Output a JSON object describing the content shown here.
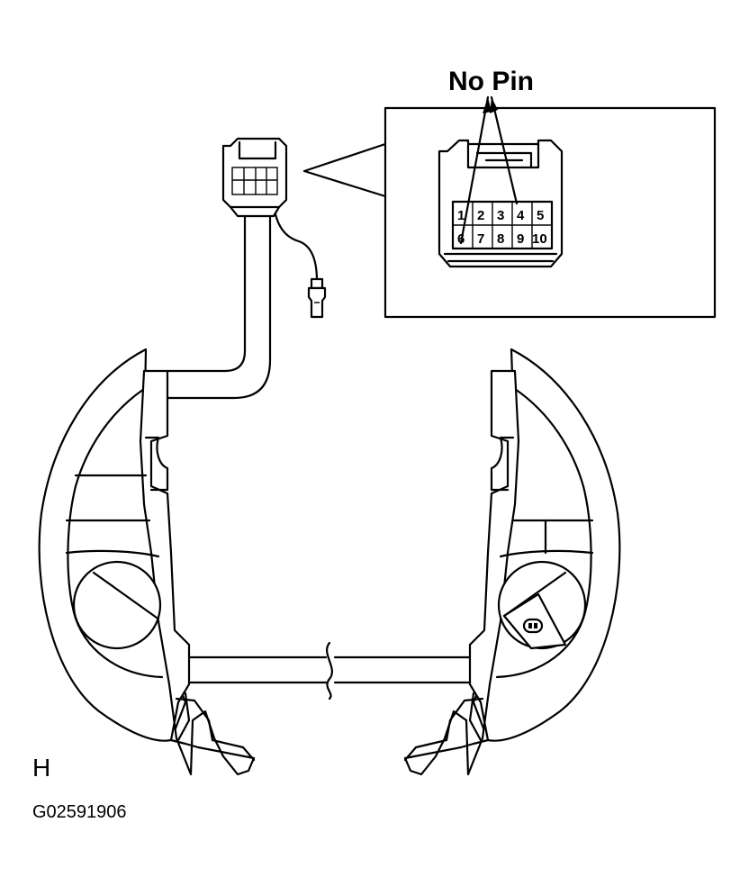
{
  "callout": {
    "label": "No Pin"
  },
  "connector": {
    "pins_top": [
      "1",
      "2",
      "3",
      "4",
      "5"
    ],
    "pins_bottom": [
      "6",
      "7",
      "8",
      "9",
      "10"
    ]
  },
  "switch_icon": "cruise-switch-icon",
  "figure": {
    "letter": "H",
    "code": "G02591906"
  }
}
